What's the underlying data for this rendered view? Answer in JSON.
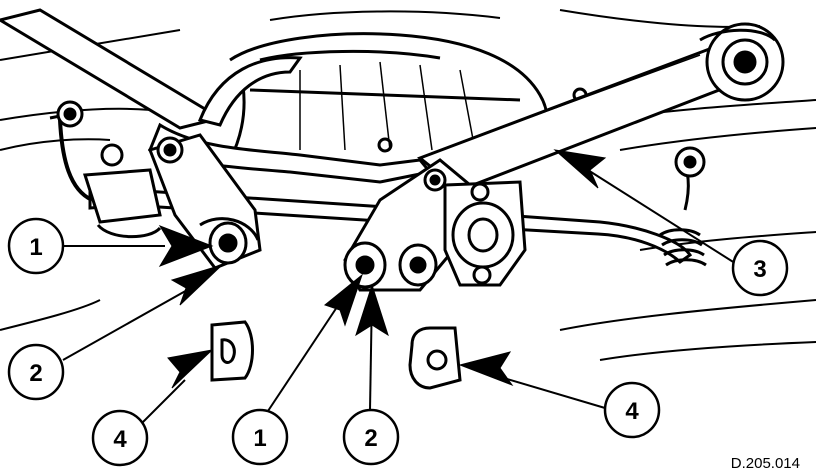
{
  "figure": {
    "reference": "D.205.014"
  },
  "callouts": [
    {
      "id": "c1a",
      "label": "1"
    },
    {
      "id": "c2a",
      "label": "2"
    },
    {
      "id": "c4a",
      "label": "4"
    },
    {
      "id": "c1b",
      "label": "1"
    },
    {
      "id": "c2b",
      "label": "2"
    },
    {
      "id": "c4b",
      "label": "4"
    },
    {
      "id": "c3",
      "label": "3"
    }
  ],
  "colors": {
    "line": "#000000",
    "background": "#ffffff"
  }
}
